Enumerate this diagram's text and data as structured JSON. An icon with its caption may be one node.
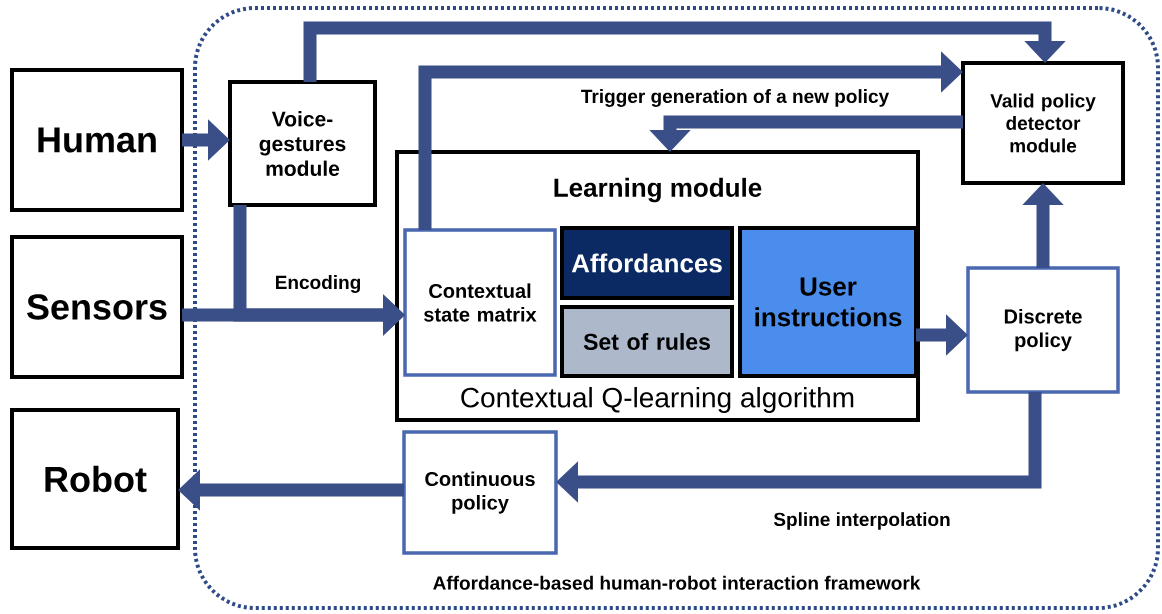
{
  "diagram": {
    "nodes": [
      {
        "text": [
          "Affordance-based human-robot interaction framework"
        ]
      },
      {
        "text": [
          "Human"
        ]
      },
      {
        "text": [
          "Sensors"
        ]
      },
      {
        "text": [
          "Robot"
        ]
      },
      {
        "text": [
          "Voice-gestures module"
        ],
        "in": 0
      },
      {
        "text": [
          "Learning module",
          "Contextual Q-learning algorithm"
        ],
        "in": 0
      },
      {
        "text": [
          "Contextual state matrix"
        ],
        "in": 5
      },
      {
        "text": [
          "Affordances"
        ],
        "in": 5
      },
      {
        "text": [
          "Set of rules"
        ],
        "in": 5
      },
      {
        "text": [
          "User instructions"
        ],
        "in": 5
      },
      {
        "text": [
          "Valid policy detector module"
        ],
        "in": 0
      },
      {
        "text": [
          "Discrete policy"
        ],
        "in": 0
      },
      {
        "text": [
          "Continuous policy"
        ],
        "in": 0
      }
    ],
    "edges": [
      {
        "from": 1,
        "to": 4,
        "arrow": "to"
      },
      {
        "from": 4,
        "to": 10,
        "arrow": "to"
      },
      {
        "from": 4,
        "to": 6,
        "arrow": "to"
      },
      {
        "from": 2,
        "to": 6,
        "arrow": "to",
        "label": "Encoding"
      },
      {
        "from": 6,
        "to": 10,
        "arrow": "to"
      },
      {
        "from": 10,
        "to": 5,
        "arrow": "to",
        "label": "Trigger generation of a new policy"
      },
      {
        "from": 9,
        "to": 11,
        "arrow": "to"
      },
      {
        "from": 11,
        "to": 10,
        "arrow": "to"
      },
      {
        "from": 11,
        "to": 12,
        "arrow": "to",
        "label": "Spline interpolation"
      },
      {
        "from": 12,
        "to": 3,
        "arrow": "to"
      }
    ]
  }
}
